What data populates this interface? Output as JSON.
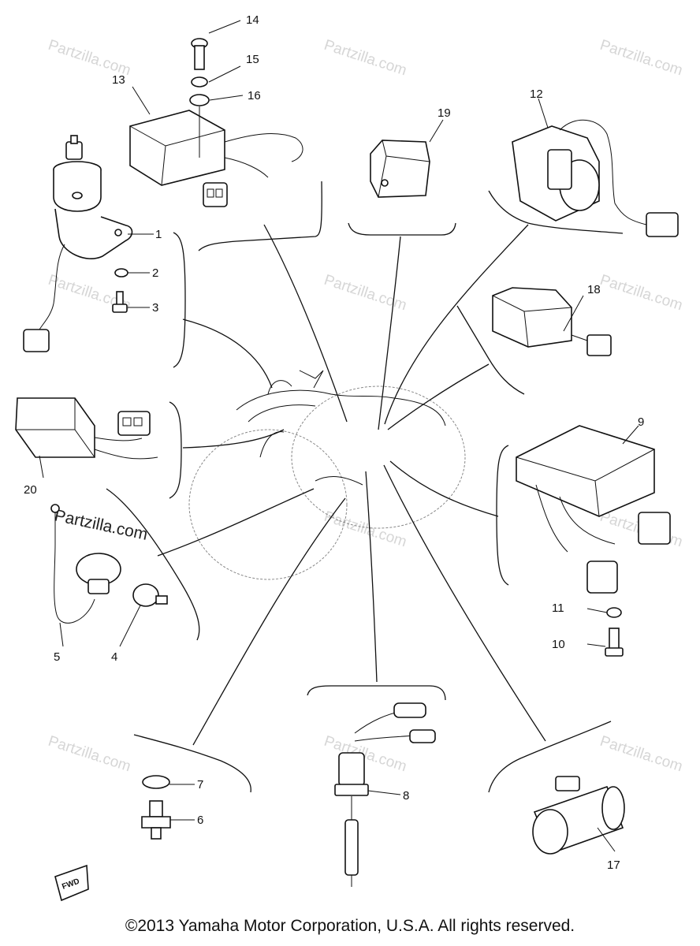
{
  "callouts": {
    "c1": "1",
    "c2": "2",
    "c3": "3",
    "c4": "4",
    "c5": "5",
    "c6": "6",
    "c7": "7",
    "c8": "8",
    "c9": "9",
    "c10": "10",
    "c11": "11",
    "c12": "12",
    "c13": "13",
    "c14": "14",
    "c15": "15",
    "c16": "16",
    "c17": "17",
    "c18": "18",
    "c19": "19",
    "c20": "20"
  },
  "watermark": {
    "text": "Partzilla.com",
    "main_text": "Partzilla.com"
  },
  "fwd_label": "FWD",
  "footer": "©2013 Yamaha Motor Corporation, U.S.A. All rights reserved."
}
